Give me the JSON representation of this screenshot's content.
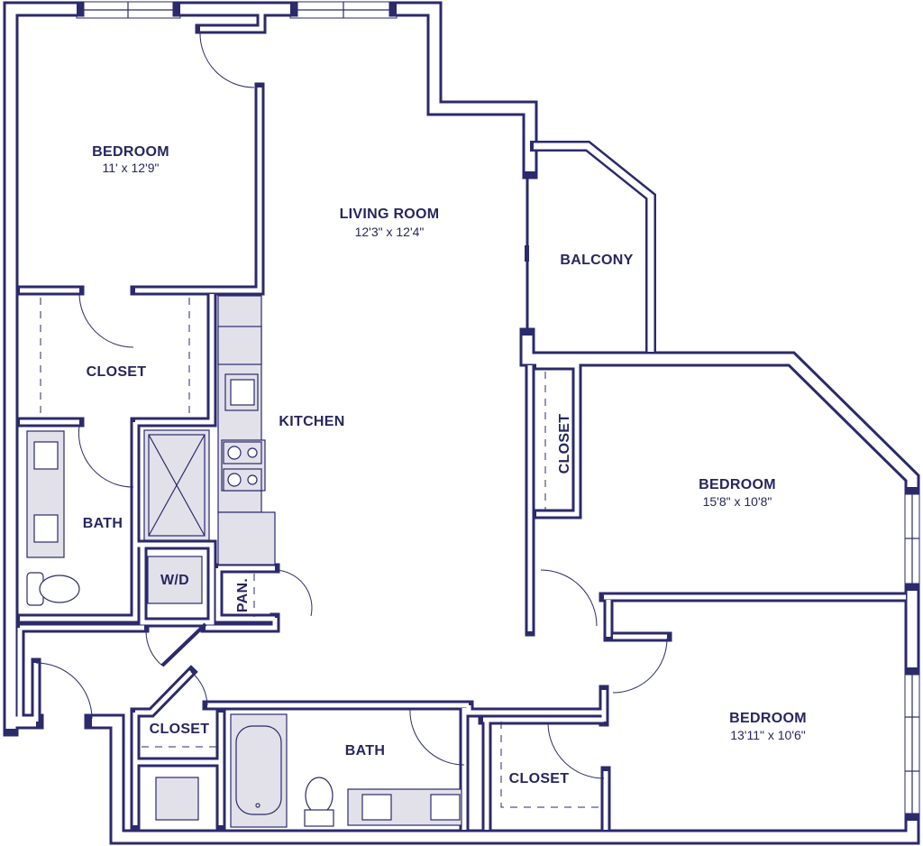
{
  "colors": {
    "wall": "#2b2a6b",
    "fixture": "#e2e1ea",
    "text": "#27265e",
    "background": "#ffffff"
  },
  "rooms": {
    "bedroom_1": {
      "name": "BEDROOM",
      "size": "11' x 12'9\""
    },
    "living_room": {
      "name": "LIVING ROOM",
      "size": "12'3\" x 12'4\""
    },
    "balcony": {
      "name": "BALCONY"
    },
    "closet_1": {
      "name": "CLOSET"
    },
    "kitchen": {
      "name": "KITCHEN"
    },
    "bath_1": {
      "name": "BATH"
    },
    "wd": {
      "name": "W/D"
    },
    "pantry": {
      "name": "PAN."
    },
    "closet_2": {
      "name": "CLOSET"
    },
    "bedroom_2": {
      "name": "BEDROOM",
      "size": "15'8\" x 10'8\""
    },
    "bedroom_3": {
      "name": "BEDROOM",
      "size": "13'11\" x 10'6\""
    },
    "closet_3": {
      "name": "CLOSET"
    },
    "bath_2": {
      "name": "BATH"
    },
    "closet_4": {
      "name": "CLOSET"
    }
  }
}
